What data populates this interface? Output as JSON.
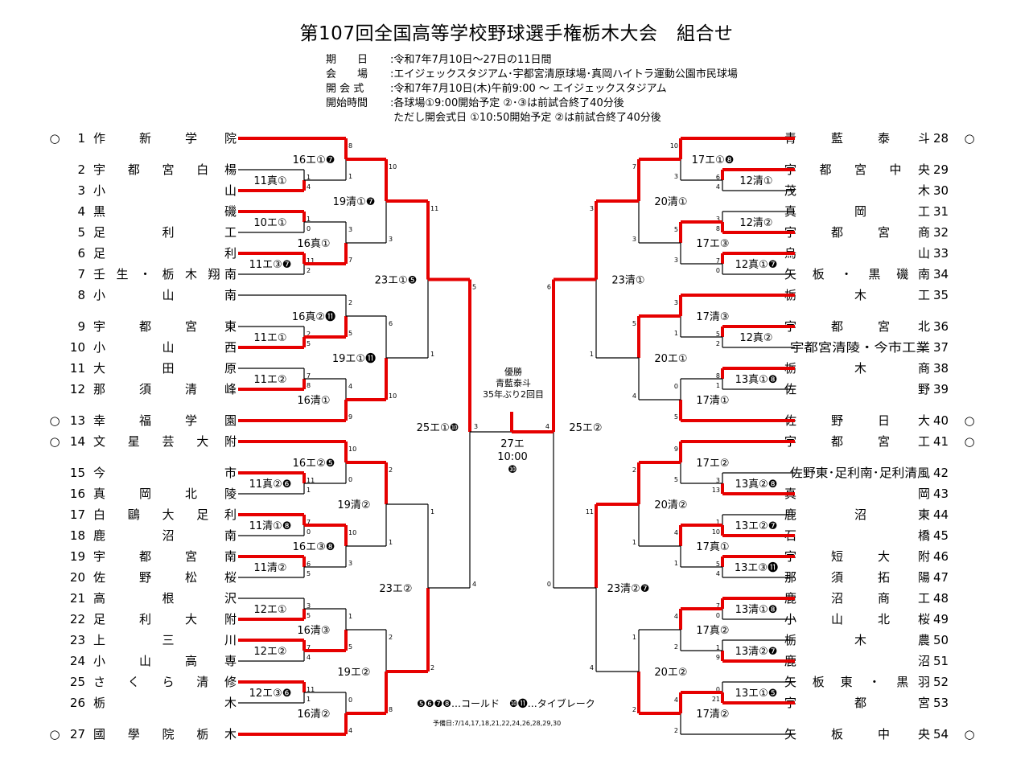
{
  "title": "第107回全国高等学校野球選手権栃木大会　組合せ",
  "info": [
    {
      "label": "期　　日",
      "value": ":令和7年7月10日～27日の11日間"
    },
    {
      "label": "会　　場",
      "value": ":エイジェックスタジアム･宇都宮清原球場･真岡ハイトラ運動公園市民球場"
    },
    {
      "label": "開 会 式",
      "value": ":令和7年7月10日(木)午前9:00 ～ エイジェックスタジアム"
    },
    {
      "label": "開始時間",
      "value": ":各球場①9:00開始予定 ②･③は前試合終了40分後"
    },
    {
      "label": "",
      "value": " ただし開会式日 ①10:50開始予定 ②は前試合終了40分後"
    }
  ],
  "left_teams": [
    {
      "num": "1",
      "name": "作新学院",
      "seed": "○"
    },
    {
      "num": "2",
      "name": "宇都宮白楊",
      "seed": ""
    },
    {
      "num": "3",
      "name": "小山",
      "seed": ""
    },
    {
      "num": "4",
      "name": "黒磯",
      "seed": ""
    },
    {
      "num": "5",
      "name": "足利工",
      "seed": ""
    },
    {
      "num": "6",
      "name": "足利",
      "seed": ""
    },
    {
      "num": "7",
      "name": "壬生・栃木翔南",
      "seed": ""
    },
    {
      "num": "8",
      "name": "小山南",
      "seed": ""
    },
    {
      "num": "9",
      "name": "宇都宮東",
      "seed": ""
    },
    {
      "num": "10",
      "name": "小山西",
      "seed": ""
    },
    {
      "num": "11",
      "name": "大田原",
      "seed": ""
    },
    {
      "num": "12",
      "name": "那須清峰",
      "seed": ""
    },
    {
      "num": "13",
      "name": "幸福学園",
      "seed": "○"
    },
    {
      "num": "14",
      "name": "文星芸大附",
      "seed": "○"
    },
    {
      "num": "15",
      "name": "今市",
      "seed": ""
    },
    {
      "num": "16",
      "name": "真岡北陵",
      "seed": ""
    },
    {
      "num": "17",
      "name": "白鷗大足利",
      "seed": ""
    },
    {
      "num": "18",
      "name": "鹿沼南",
      "seed": ""
    },
    {
      "num": "19",
      "name": "宇都宮南",
      "seed": ""
    },
    {
      "num": "20",
      "name": "佐野松桜",
      "seed": ""
    },
    {
      "num": "21",
      "name": "高根沢",
      "seed": ""
    },
    {
      "num": "22",
      "name": "足利大附",
      "seed": ""
    },
    {
      "num": "23",
      "name": "上三川",
      "seed": ""
    },
    {
      "num": "24",
      "name": "小山高専",
      "seed": ""
    },
    {
      "num": "25",
      "name": "さくら清修",
      "seed": ""
    },
    {
      "num": "26",
      "name": "栃木",
      "seed": ""
    },
    {
      "num": "27",
      "name": "國學院栃木",
      "seed": "○"
    }
  ],
  "right_teams": [
    {
      "num": "28",
      "name": "青藍泰斗",
      "seed": "○"
    },
    {
      "num": "29",
      "name": "宇都宮中央",
      "seed": ""
    },
    {
      "num": "30",
      "name": "茂木",
      "seed": ""
    },
    {
      "num": "31",
      "name": "真岡工",
      "seed": ""
    },
    {
      "num": "32",
      "name": "宇都宮商",
      "seed": ""
    },
    {
      "num": "33",
      "name": "烏山",
      "seed": ""
    },
    {
      "num": "34",
      "name": "矢板・黒磯南",
      "seed": ""
    },
    {
      "num": "35",
      "name": "栃木工",
      "seed": ""
    },
    {
      "num": "36",
      "name": "宇都宮北",
      "seed": ""
    },
    {
      "num": "37",
      "name": "宇都宮清陵・今市工業",
      "seed": ""
    },
    {
      "num": "38",
      "name": "栃木商",
      "seed": ""
    },
    {
      "num": "39",
      "name": "佐野",
      "seed": ""
    },
    {
      "num": "40",
      "name": "佐野日大",
      "seed": "○"
    },
    {
      "num": "41",
      "name": "宇都宮工",
      "seed": "○"
    },
    {
      "num": "42",
      "name": "佐野東･足利南･足利清風",
      "seed": ""
    },
    {
      "num": "43",
      "name": "真岡",
      "seed": ""
    },
    {
      "num": "44",
      "name": "鹿沼東",
      "seed": ""
    },
    {
      "num": "45",
      "name": "石橋",
      "seed": ""
    },
    {
      "num": "46",
      "name": "宇短大附",
      "seed": ""
    },
    {
      "num": "47",
      "name": "那須拓陽",
      "seed": ""
    },
    {
      "num": "48",
      "name": "鹿沼商工",
      "seed": ""
    },
    {
      "num": "49",
      "name": "小山北桜",
      "seed": ""
    },
    {
      "num": "50",
      "name": "栃木農",
      "seed": ""
    },
    {
      "num": "51",
      "name": "鹿沼",
      "seed": ""
    },
    {
      "num": "52",
      "name": "矢板東・黒羽",
      "seed": ""
    },
    {
      "num": "53",
      "name": "宇都宮",
      "seed": ""
    },
    {
      "num": "54",
      "name": "矢板中央",
      "seed": "○"
    }
  ],
  "left_matches": {
    "r1": [
      {
        "label": "11真①",
        "top": "1",
        "bot": "4"
      },
      {
        "label": "10エ①",
        "top": "1",
        "bot": "0"
      },
      {
        "label": "11エ③❼",
        "top": "11",
        "bot": "2"
      },
      {
        "label": "11エ①",
        "top": "2",
        "bot": "5"
      },
      {
        "label": "11エ②",
        "top": "7",
        "bot": "8"
      },
      {
        "label": "11真②❻",
        "top": "11",
        "bot": "1"
      },
      {
        "label": "11清①❽",
        "top": "7",
        "bot": "0"
      },
      {
        "label": "11清②",
        "top": "6",
        "bot": "5"
      },
      {
        "label": "12エ①",
        "top": "3",
        "bot": "5"
      },
      {
        "label": "12エ②",
        "top": "7",
        "bot": "4"
      },
      {
        "label": "12エ③❻",
        "top": "11",
        "bot": "1"
      }
    ],
    "r2": [
      {
        "label": "16エ①❼",
        "top": "8",
        "bot": "1"
      },
      {
        "label": "16真①",
        "top": "3",
        "bot": "7"
      },
      {
        "label": "16真②⓫",
        "top": "2",
        "bot": "5"
      },
      {
        "label": "16清①",
        "top": "4",
        "bot": "9"
      },
      {
        "label": "16エ②❺",
        "top": "10",
        "bot": "0"
      },
      {
        "label": "16エ③❽",
        "top": "10",
        "bot": "3"
      },
      {
        "label": "16清③",
        "top": "1",
        "bot": "5"
      },
      {
        "label": "16清②",
        "top": "0",
        "bot": "4"
      }
    ],
    "r3": [
      {
        "label": "19清①❼",
        "top": "10",
        "bot": "3"
      },
      {
        "label": "19エ①⓫",
        "top": "6",
        "bot": "10"
      },
      {
        "label": "19清②",
        "top": "2",
        "bot": "1"
      },
      {
        "label": "19エ②",
        "top": "2",
        "bot": "8"
      }
    ],
    "r4": [
      {
        "label": "23エ①❺",
        "top": "11",
        "bot": "1"
      },
      {
        "label": "23エ②",
        "top": "1",
        "bot": "2"
      }
    ],
    "r5": [
      {
        "label": "25エ①❿",
        "top": "5",
        "bot": "4"
      }
    ]
  },
  "right_matches": {
    "r1": [
      {
        "label": "12清①",
        "top": "6",
        "bot": "4"
      },
      {
        "label": "12清②",
        "top": "3",
        "bot": "8"
      },
      {
        "label": "12真①❼",
        "top": "7",
        "bot": "0"
      },
      {
        "label": "12真②",
        "top": "5",
        "bot": "2"
      },
      {
        "label": "13真①❽",
        "top": "8",
        "bot": "1"
      },
      {
        "label": "13真②❽",
        "top": "3",
        "bot": "13"
      },
      {
        "label": "13エ②❼",
        "top": "1",
        "bot": "10"
      },
      {
        "label": "13エ③⓫",
        "top": "5",
        "bot": "4"
      },
      {
        "label": "13清①❽",
        "top": "7",
        "bot": "0"
      },
      {
        "label": "13清②❼",
        "top": "1",
        "bot": "9"
      },
      {
        "label": "13エ①❺",
        "top": "0",
        "bot": "21"
      }
    ],
    "r2": [
      {
        "label": "17エ①❽",
        "top": "10",
        "bot": "3"
      },
      {
        "label": "17エ③",
        "top": "5",
        "bot": "3"
      },
      {
        "label": "17清③",
        "top": "3",
        "bot": "1"
      },
      {
        "label": "17清①",
        "top": "0",
        "bot": "5"
      },
      {
        "label": "17エ②",
        "top": "9",
        "bot": "5"
      },
      {
        "label": "17真①",
        "top": "4",
        "bot": "1"
      },
      {
        "label": "17真②",
        "top": "4",
        "bot": "2"
      },
      {
        "label": "17清②",
        "top": "4",
        "bot": "2"
      }
    ],
    "r3": [
      {
        "label": "20清①",
        "top": "7",
        "bot": "3"
      },
      {
        "label": "20エ①",
        "top": "5",
        "bot": "4"
      },
      {
        "label": "20清②",
        "top": "2",
        "bot": "1"
      },
      {
        "label": "20エ②",
        "top": "1",
        "bot": "2"
      }
    ],
    "r4": [
      {
        "label": "23清①",
        "top": "3",
        "bot": "1"
      },
      {
        "label": "23清②❼",
        "top": "11",
        "bot": "4"
      }
    ],
    "r5": [
      {
        "label": "25エ②",
        "top": "6",
        "bot": "0"
      }
    ]
  },
  "final": {
    "label1": "27エ",
    "label2": "10:00",
    "label3": "❿",
    "left_score": "3",
    "right_score": "4",
    "champion_line1": "優勝",
    "champion_line2": "青藍泰斗",
    "champion_line3": "35年ぶり2回目"
  },
  "legend": "❺❻❼❽…コールド　❿⓫…タイブレーク",
  "reserve_days": "予備日:7/14,17,18,21,22,24,26,28,29,30",
  "colors": {
    "win": "#e60000",
    "lose": "#000000"
  }
}
